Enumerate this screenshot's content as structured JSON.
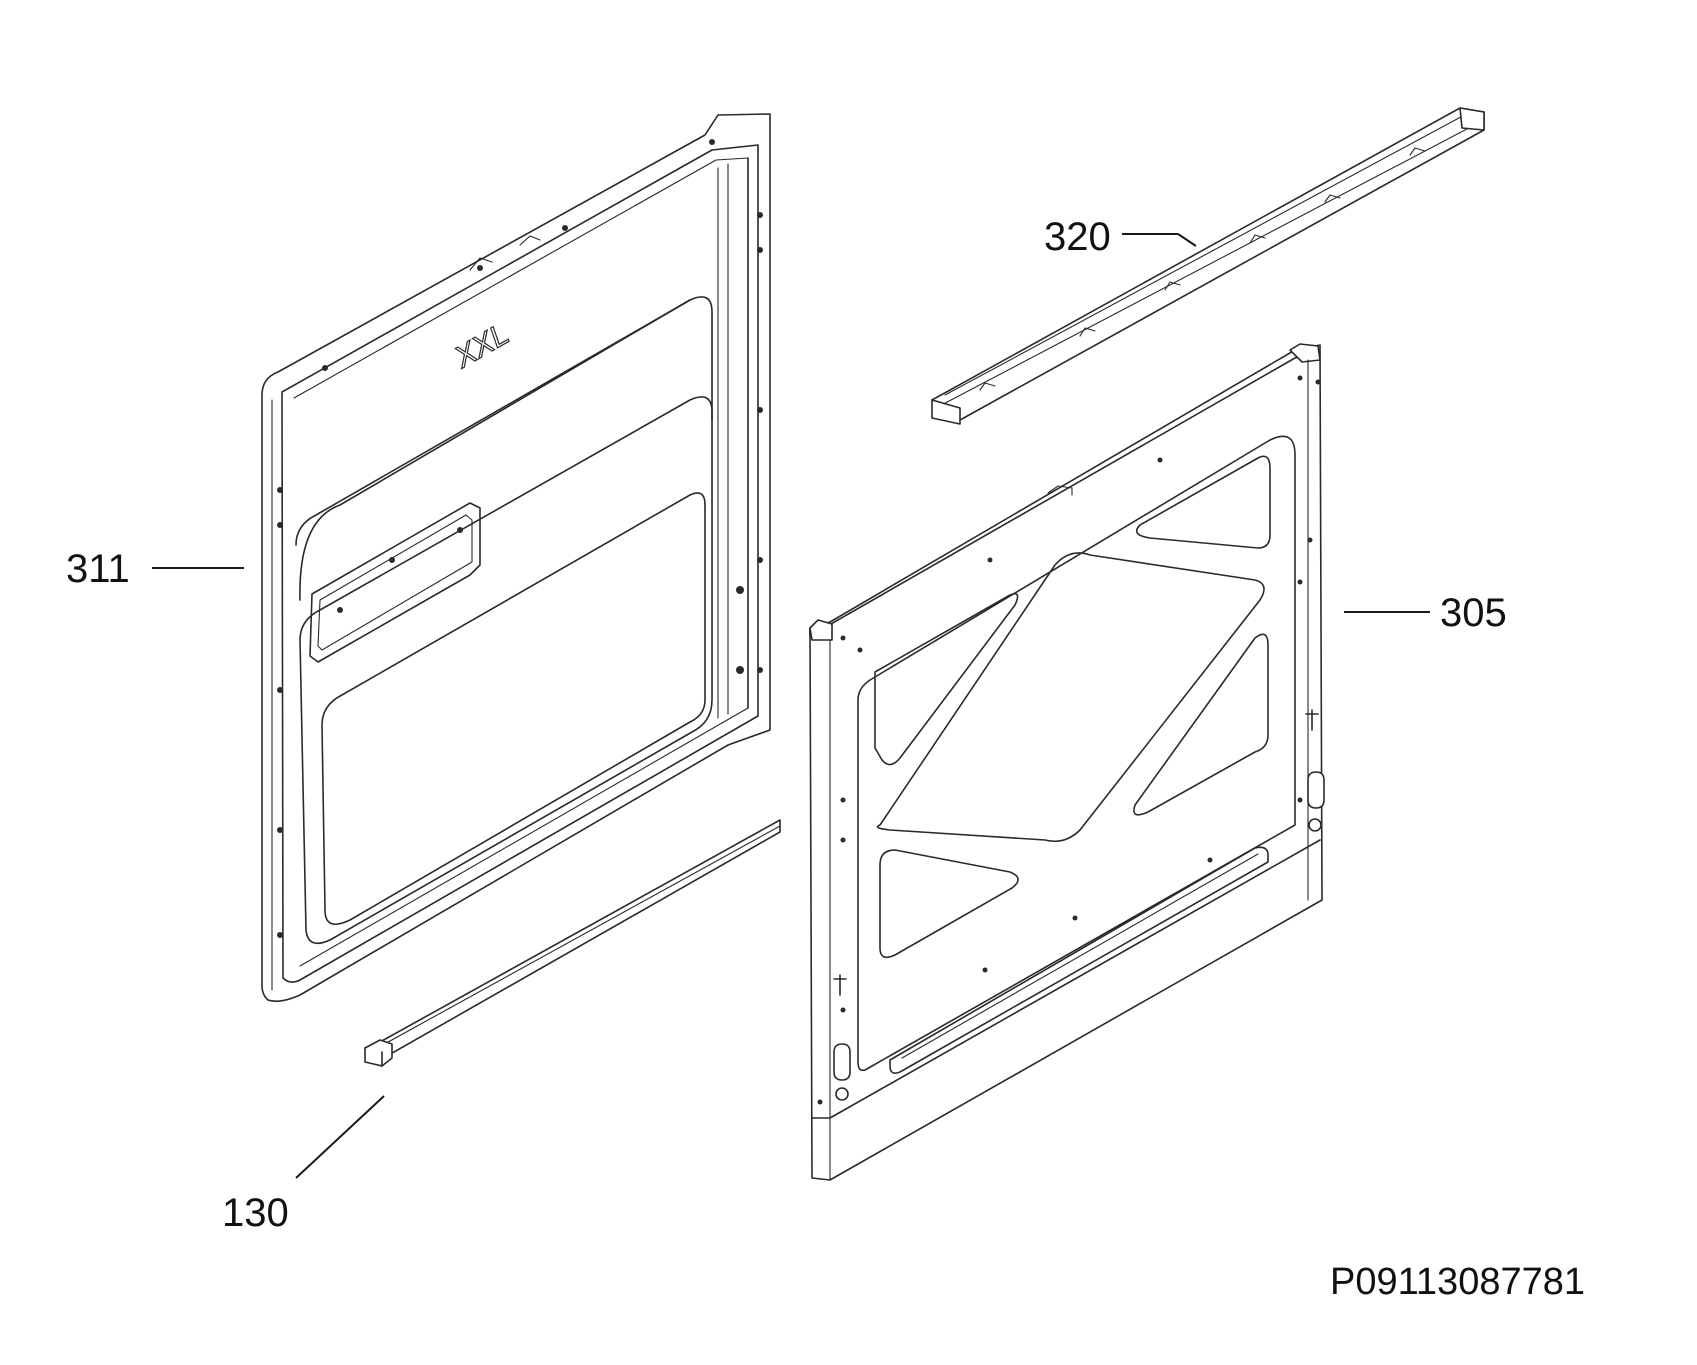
{
  "callouts": {
    "part_311": "311",
    "part_320": "320",
    "part_305": "305",
    "part_130": "130"
  },
  "reference_code": "P09113087781",
  "logo_mark": "XXL"
}
